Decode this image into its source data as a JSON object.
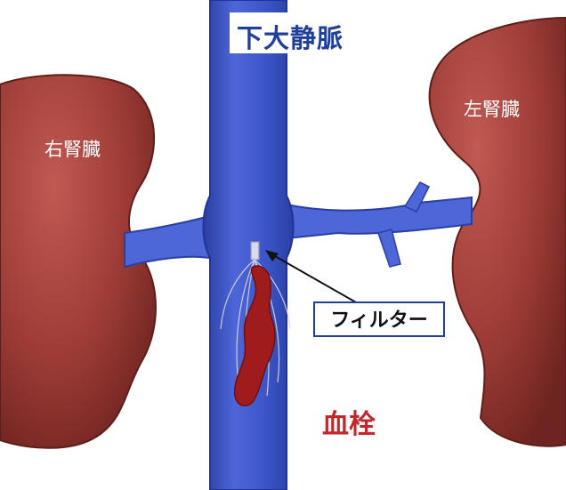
{
  "labels": {
    "vena_cava": "下大静脈",
    "right_kidney": "右腎臓",
    "left_kidney": "左腎臓",
    "filter": "フィルター",
    "clot": "血栓"
  },
  "colors": {
    "vein": "#3b55c8",
    "vein_dark": "#2a3fa3",
    "kidney": "#9b3a35",
    "kidney_dark": "#6e2420",
    "clot": "#a01c1c",
    "clot_label": "#c0282d",
    "vena_cava_label": "#1f3f9a"
  }
}
